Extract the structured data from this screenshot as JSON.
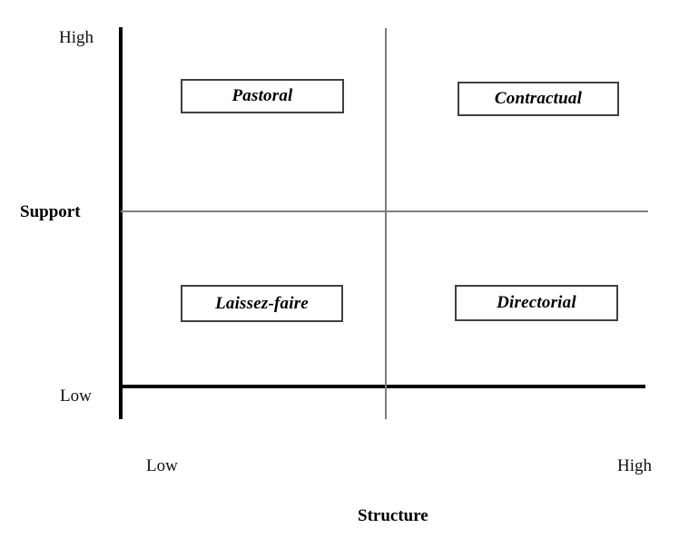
{
  "diagram": {
    "type": "two-by-two-matrix",
    "y_axis": {
      "title": "Support",
      "high_label": "High",
      "low_label": "Low"
    },
    "x_axis": {
      "title": "Structure",
      "low_label": "Low",
      "high_label": "High"
    },
    "quadrants": [
      {
        "key": "pastoral",
        "label": "Pastoral",
        "support": "High",
        "structure": "Low"
      },
      {
        "key": "contractual",
        "label": "Contractual",
        "support": "High",
        "structure": "High"
      },
      {
        "key": "laissez",
        "label": "Laissez-faire",
        "support": "Low",
        "structure": "Low"
      },
      {
        "key": "directorial",
        "label": "Directorial",
        "support": "Low",
        "structure": "High"
      }
    ],
    "colors": {
      "axis": "#000000",
      "divider": "#7f7f7f",
      "box_border": "#404040",
      "background": "#ffffff",
      "text": "#000000"
    }
  }
}
